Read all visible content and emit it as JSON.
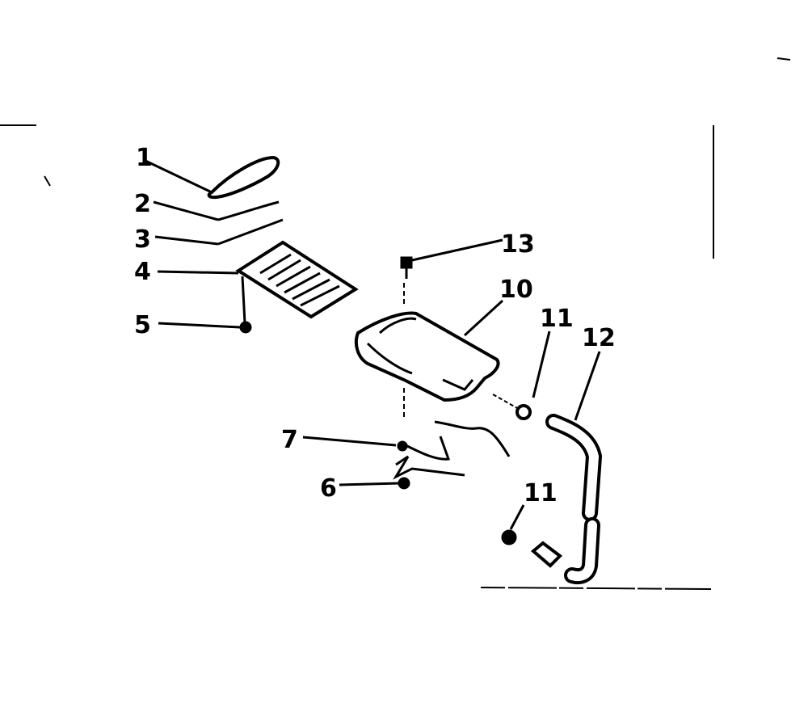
{
  "callouts": {
    "c1": "1",
    "c2": "2",
    "c3": "3",
    "c4": "4",
    "c5": "5",
    "c6": "6",
    "c7": "7",
    "c10": "10",
    "c11a": "11",
    "c11b": "11",
    "c12": "12",
    "c13": "13"
  },
  "colors": {
    "ink": "#000000",
    "paper": "#ffffff"
  }
}
